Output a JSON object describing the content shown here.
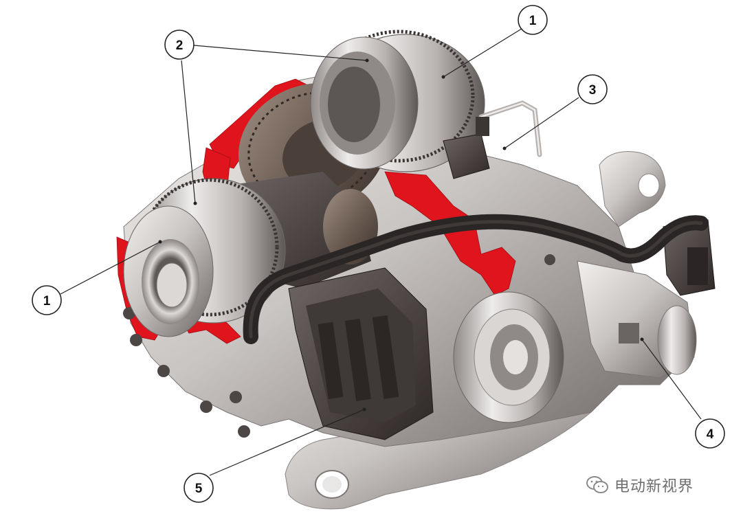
{
  "callouts": [
    {
      "id": "c1a",
      "label": "1"
    },
    {
      "id": "c1b",
      "label": "1"
    },
    {
      "id": "c2",
      "label": "2"
    },
    {
      "id": "c3",
      "label": "3"
    },
    {
      "id": "c4",
      "label": "4"
    },
    {
      "id": "c5",
      "label": "5"
    }
  ],
  "watermark": {
    "text": "电动新视界",
    "icon": "wechat-icon"
  },
  "colors": {
    "housing_cutaway": "#e0141c",
    "metal_light": "#d9d6d4",
    "metal_mid": "#9c9795",
    "metal_dark": "#4a4443",
    "hose": "#2b2626",
    "clutch_body": "#5a5352",
    "bronze_gear": "#7a6a5c"
  }
}
